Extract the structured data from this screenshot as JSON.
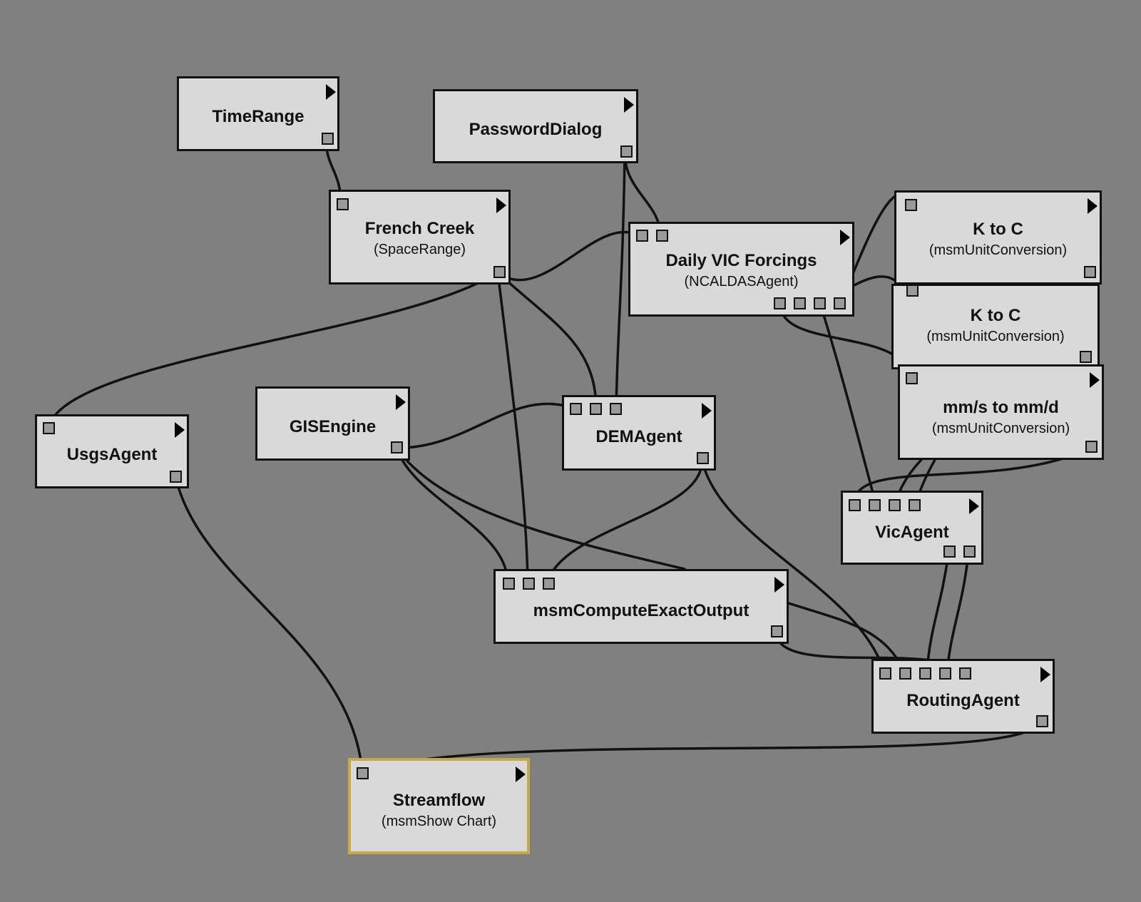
{
  "colors": {
    "background": "#808080",
    "node_fill": "#d9d9d9",
    "selected_border": "#c9a84c"
  },
  "nodes": [
    {
      "id": "timerange",
      "title": "TimeRange",
      "subtitle": ""
    },
    {
      "id": "passworddialog",
      "title": "PasswordDialog",
      "subtitle": ""
    },
    {
      "id": "frenchcreek",
      "title": "French Creek",
      "subtitle": "(SpaceRange)"
    },
    {
      "id": "dailyvic",
      "title": "Daily VIC Forcings",
      "subtitle": "(NCALDASAgent)"
    },
    {
      "id": "ktoc1",
      "title": "K to C",
      "subtitle": "(msmUnitConversion)"
    },
    {
      "id": "ktoc2",
      "title": "K to C",
      "subtitle": "(msmUnitConversion)"
    },
    {
      "id": "mmstomm",
      "title": "mm/s to mm/d",
      "subtitle": "(msmUnitConversion)"
    },
    {
      "id": "usgsagent",
      "title": "UsgsAgent",
      "subtitle": ""
    },
    {
      "id": "gisengine",
      "title": "GISEngine",
      "subtitle": ""
    },
    {
      "id": "demagent",
      "title": "DEMAgent",
      "subtitle": ""
    },
    {
      "id": "vicagent",
      "title": "VicAgent",
      "subtitle": ""
    },
    {
      "id": "msmcompute",
      "title": "msmComputeExactOutput",
      "subtitle": ""
    },
    {
      "id": "routingagent",
      "title": "RoutingAgent",
      "subtitle": ""
    },
    {
      "id": "streamflow",
      "title": "Streamflow",
      "subtitle": "(msmShow Chart)"
    }
  ]
}
